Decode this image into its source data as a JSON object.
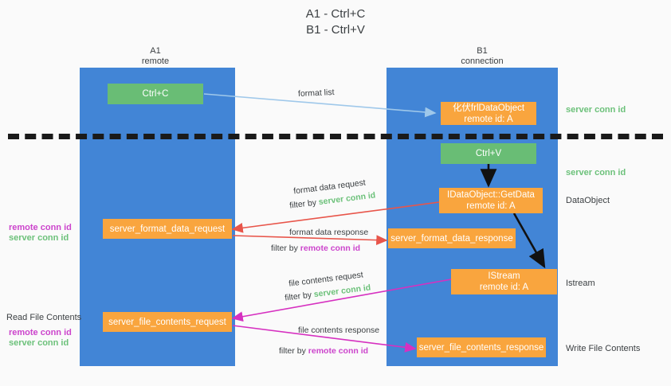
{
  "diagram": {
    "title": "A1 - Ctrl+C\nB1 - Ctrl+V",
    "lanes": [
      {
        "id": "a1",
        "label": "A1\nremote"
      },
      {
        "id": "b1",
        "label": "B1\nconnection"
      }
    ],
    "nodes": {
      "ctrl_c": "Ctrl+C",
      "ctrl_v": "Ctrl+V",
      "idataobject": "化伏frlDataObject\nremote id: A",
      "idataobject_getdata": "IDataObject::GetData\nremote id: A",
      "istream": "IStream\nremote id: A",
      "server_format_data_request": "server_format_data_request",
      "server_format_data_response": "server_format_data_response",
      "server_file_contents_request": "server_file_contents_request",
      "server_file_contents_response": "server_file_contents_response"
    },
    "edges": {
      "format_list": "format list",
      "format_data_request": "format data request",
      "format_data_request_filter_prefix": "filter by ",
      "format_data_request_filter_value": "server conn id",
      "format_data_response": "format data response",
      "format_data_response_filter_prefix": "filter by ",
      "format_data_response_filter_value": "remote conn id",
      "file_contents_request": "file contents request",
      "file_contents_request_filter_prefix": "filter by ",
      "file_contents_request_filter_value": "server conn id",
      "file_contents_response": "file contents response",
      "file_contents_response_filter_prefix": "filter by ",
      "file_contents_response_filter_value": "remote conn id"
    },
    "annotations": {
      "server_conn_id_top": "server conn id",
      "server_conn_id_second": "server conn id",
      "dataobject": "DataObject",
      "istream_label": "Istream",
      "write_file_contents": "Write File Contents",
      "read_file_contents": "Read File Contents",
      "left_remote_conn_id_1": "remote conn id",
      "left_server_conn_id_1": "server conn id",
      "left_remote_conn_id_2": "remote conn id",
      "left_server_conn_id_2": "server conn id"
    },
    "colors": {
      "lane": "#4285d6",
      "green_box": "#69bd75",
      "orange_box": "#f9a53e",
      "server_conn_id": "#6cc17a",
      "remote_conn_id": "#cc44cc",
      "arrow_blue": "#9fc8ea",
      "arrow_red": "#e8554a",
      "arrow_magenta": "#d630c0",
      "arrow_black": "#1a1a1a",
      "background": "#fafafa"
    }
  }
}
